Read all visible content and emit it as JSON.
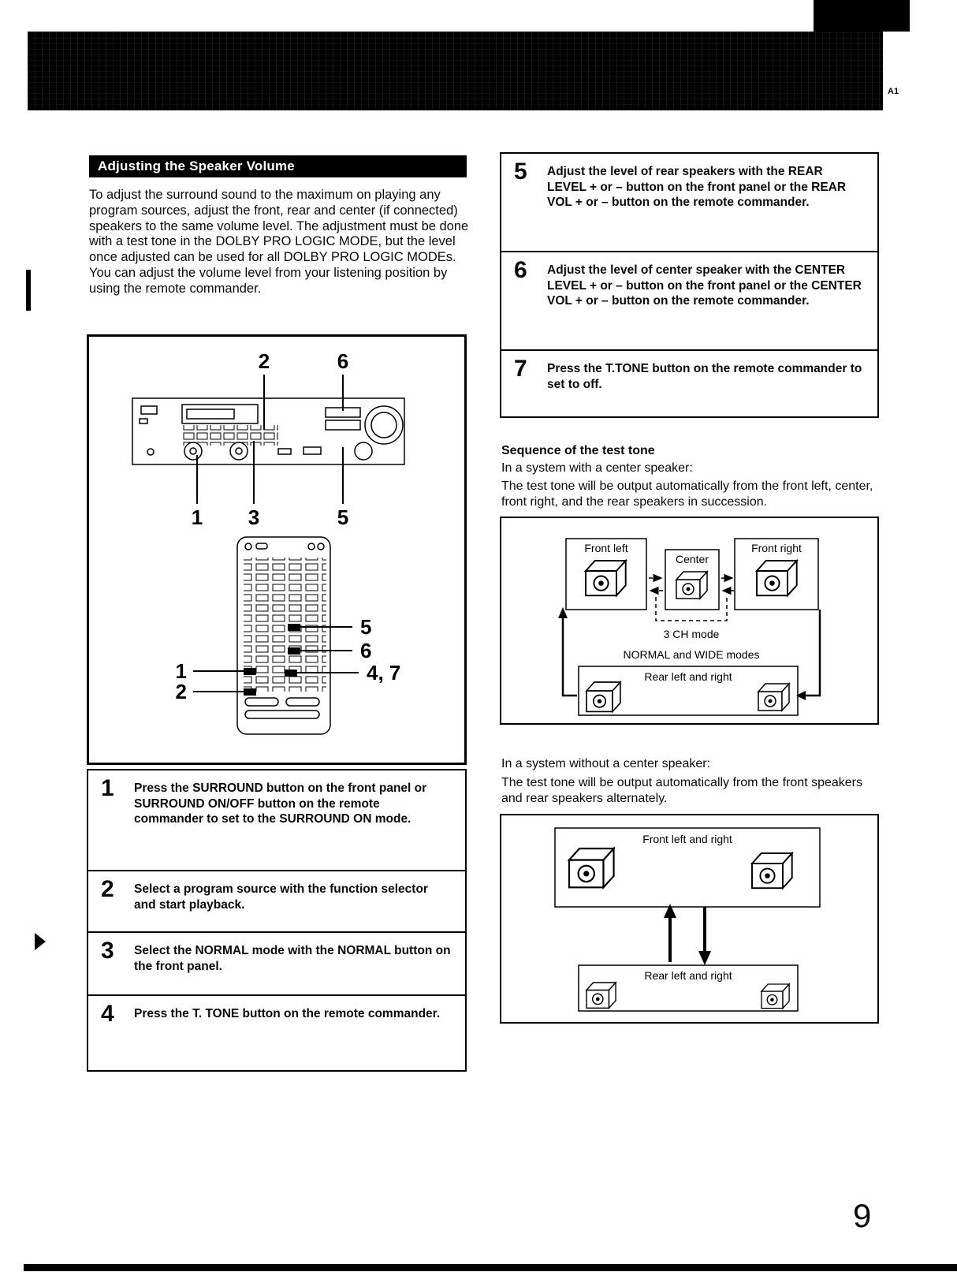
{
  "page": {
    "corner_label": "A1",
    "page_number": "9"
  },
  "left": {
    "section_title": "Adjusting the Speaker Volume",
    "intro_1": "To adjust the surround sound to the maximum on playing any program sources, adjust the front, rear and center (if connected) speakers to the same volume level.  The adjustment must be done with a test tone in the DOLBY PRO LOGIC MODE, but the level once adjusted can be used for all DOLBY PRO LOGIC MODEs.",
    "intro_2": "You can adjust the volume level from your listening position by using the remote commander.",
    "figure": {
      "callouts": {
        "top2": "2",
        "top6": "6",
        "bot1": "1",
        "bot3": "3",
        "bot5": "5",
        "r5": "5",
        "r6": "6",
        "r47": "4, 7",
        "l1": "1",
        "l2": "2"
      }
    },
    "steps": [
      {
        "num": "1",
        "text": "Press the SURROUND button on the front panel or SURROUND ON/OFF button on the remote commander to set to the SURROUND ON mode."
      },
      {
        "num": "2",
        "text": "Select a program source with the function selector and start playback."
      },
      {
        "num": "3",
        "text": "Select the NORMAL mode with the NORMAL button on the front panel."
      },
      {
        "num": "4",
        "text": "Press the T. TONE button on the remote commander."
      }
    ]
  },
  "right": {
    "steps": [
      {
        "num": "5",
        "text": "Adjust the level of rear speakers with the REAR LEVEL + or – button on the front panel or the REAR VOL + or – button on the remote commander."
      },
      {
        "num": "6",
        "text": "Adjust the level of center speaker with the CENTER LEVEL + or – button on the front panel or the CENTER VOL + or – button on the remote commander."
      },
      {
        "num": "7",
        "text": "Press the T.TONE button on the remote commander to set to off."
      }
    ],
    "seq": {
      "heading": "Sequence of the test tone",
      "with_label": "In a system with a center speaker:",
      "with_text": "The test tone will be output automatically from the front left, center, front right, and the rear speakers in succession.",
      "without_label": "In a system without a center speaker:",
      "without_text": "The test tone will be output automatically from the front speakers and rear speakers alternately."
    },
    "diagram1": {
      "front_left": "Front left",
      "center": "Center",
      "front_right": "Front right",
      "ch3": "3 CH mode",
      "modes": "NORMAL and WIDE modes",
      "rear": "Rear left and right"
    },
    "diagram2": {
      "front": "Front left and right",
      "rear": "Rear left and right"
    }
  }
}
